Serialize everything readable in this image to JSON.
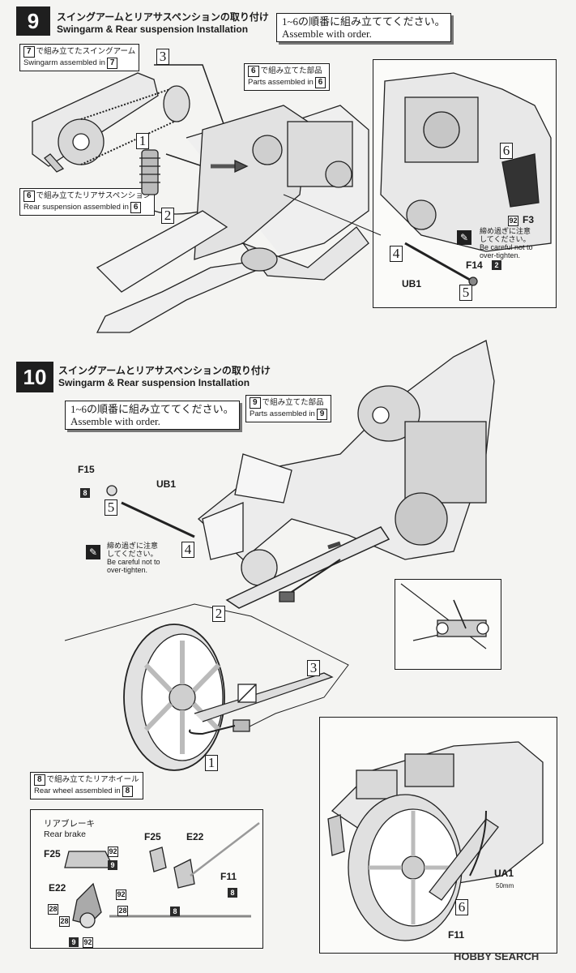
{
  "step9": {
    "number": "9",
    "title_jp": "スイングアームとリアサスペンションの取り付け",
    "title_en": "Swingarm & Rear suspension Installation",
    "order_jp": "1~6の順番に組み立ててください。",
    "order_en": "Assemble with order.",
    "ref_swingarm": {
      "num": "7",
      "jp": "で組み立てたスイングアーム",
      "en": "Swingarm assembled in",
      "num2": "7"
    },
    "ref_parts": {
      "num": "6",
      "jp": "で組み立てた部品",
      "en": "Parts assembled in",
      "num2": "6"
    },
    "ref_suspension": {
      "num": "6",
      "jp": "で組み立てたリアサスペンション",
      "en": "Rear suspension assembled in",
      "num2": "6"
    },
    "steps": [
      "1",
      "2",
      "3",
      "4",
      "5",
      "6"
    ],
    "part_f3": "F3",
    "part_f3_qty": "92",
    "caution_jp1": "締め過ぎに注意",
    "caution_jp2": "してください。",
    "caution_en1": "Be careful not to",
    "caution_en2": "over-tighten.",
    "part_f14": "F14",
    "part_f14_qty": "2",
    "part_ub1": "UB1"
  },
  "step10": {
    "number": "10",
    "title_jp": "スイングアームとリアサスペンションの取り付け",
    "title_en": "Swingarm & Rear suspension Installation",
    "order_jp": "1~6の順番に組み立ててください。",
    "order_en": "Assemble with order.",
    "ref_parts": {
      "num": "9",
      "jp": "で組み立てた部品",
      "en": "Parts assembled in",
      "num2": "9"
    },
    "ref_wheel": {
      "num": "8",
      "jp": "で組み立てたリアホイール",
      "en": "Rear wheel assembled in",
      "num2": "8"
    },
    "part_f15": "F15",
    "part_f15_qty": "8",
    "part_ub1": "UB1",
    "caution_jp1": "締め過ぎに注意",
    "caution_jp2": "してください。",
    "caution_en1": "Be careful not to",
    "caution_en2": "over-tighten.",
    "steps": [
      "1",
      "2",
      "3",
      "4",
      "5",
      "6"
    ],
    "rear_brake_jp": "リアブレーキ",
    "rear_brake_en": "Rear brake",
    "brake_parts": {
      "f25": "F25",
      "f25_q1": "92",
      "f25_q2": "9",
      "e22": "E22",
      "e22_q1": "92",
      "e22_q2": "28",
      "e22_q3": "28",
      "e22_q4": "28",
      "e22_q5": "9",
      "e22_q6": "92",
      "f25b": "F25",
      "e22b": "E22",
      "f11": "F11",
      "f11_q": "8",
      "rod_q": "8"
    },
    "part_ua1": "UA1",
    "ua1_len": "50mm",
    "part_f11": "F11"
  },
  "watermark": "HOBBY SEARCH"
}
